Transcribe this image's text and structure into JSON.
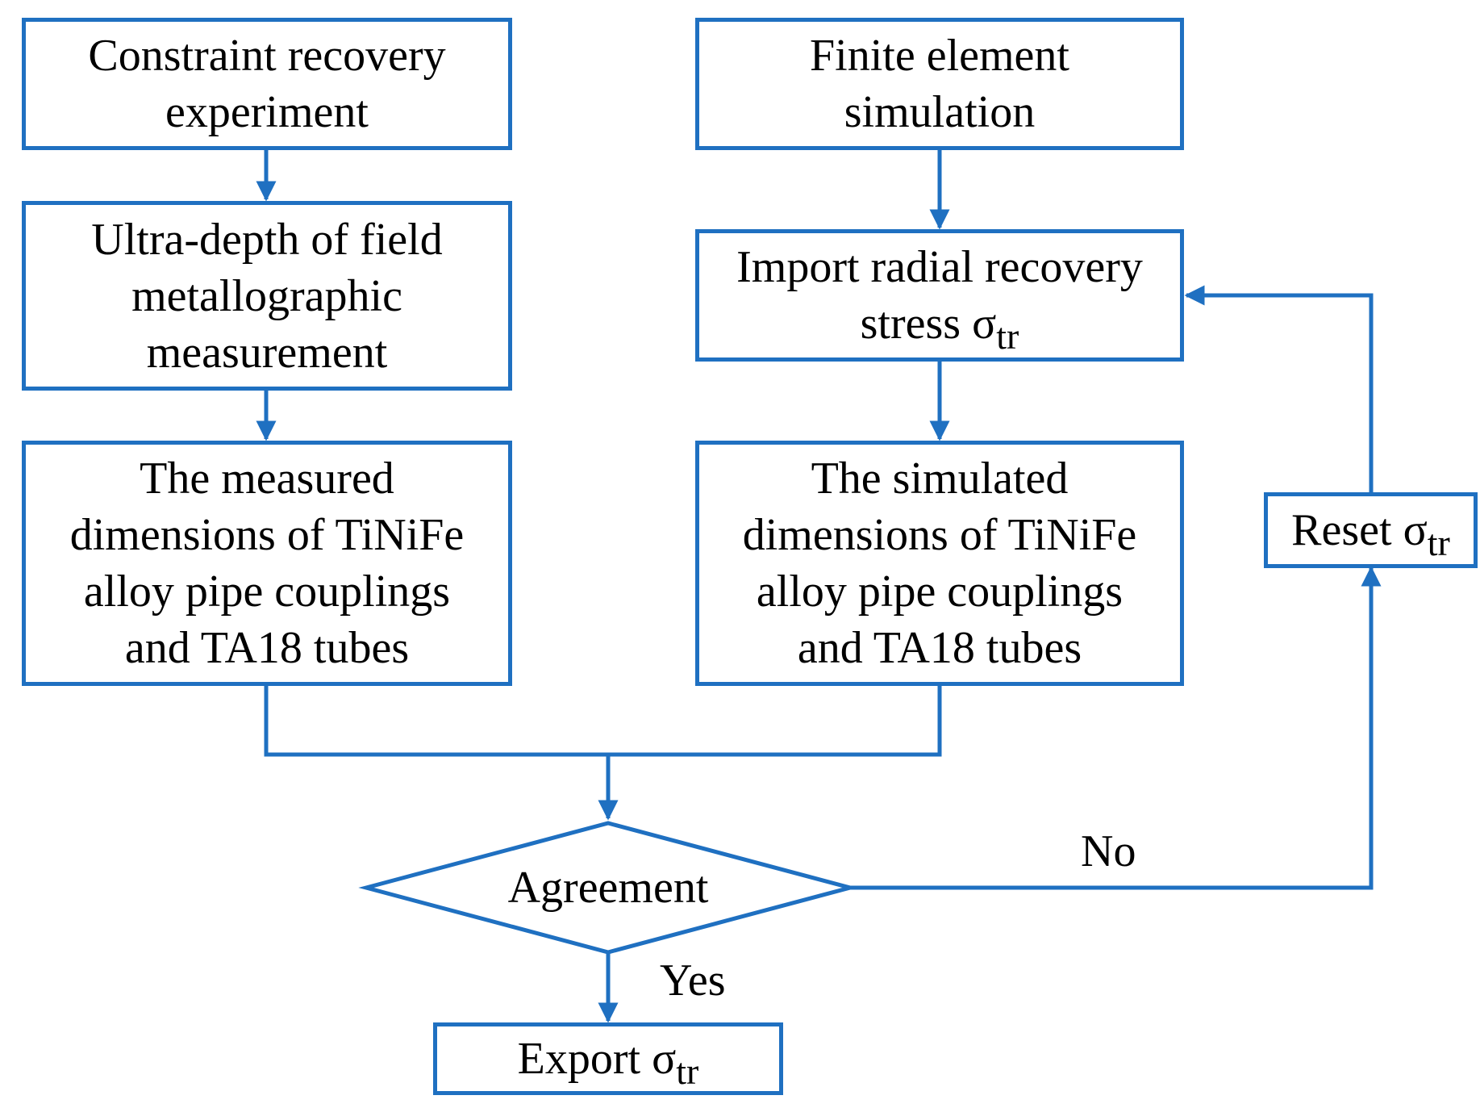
{
  "diagram": {
    "stroke_color": "#1f70c1",
    "nodes": {
      "constraint_experiment": [
        "Constraint recovery",
        "experiment"
      ],
      "ultra_depth": [
        "Ultra-depth of field",
        "metallographic",
        "measurement"
      ],
      "measured_dims": [
        "The measured",
        "dimensions of TiNiFe",
        "alloy pipe couplings",
        "and TA18 tubes"
      ],
      "fe_simulation": [
        "Finite element",
        "simulation"
      ],
      "import_stress": {
        "line1": "Import radial recovery",
        "line2_prefix": "stress σ",
        "line2_sub": "tr"
      },
      "simulated_dims": [
        "The simulated",
        "dimensions of TiNiFe",
        "alloy pipe couplings",
        "and TA18 tubes"
      ],
      "reset": {
        "prefix": "Reset σ",
        "sub": "tr"
      },
      "agreement": "Agreement",
      "export": {
        "prefix": "Export σ",
        "sub": "tr"
      }
    },
    "edge_labels": {
      "no": "No",
      "yes": "Yes"
    }
  }
}
